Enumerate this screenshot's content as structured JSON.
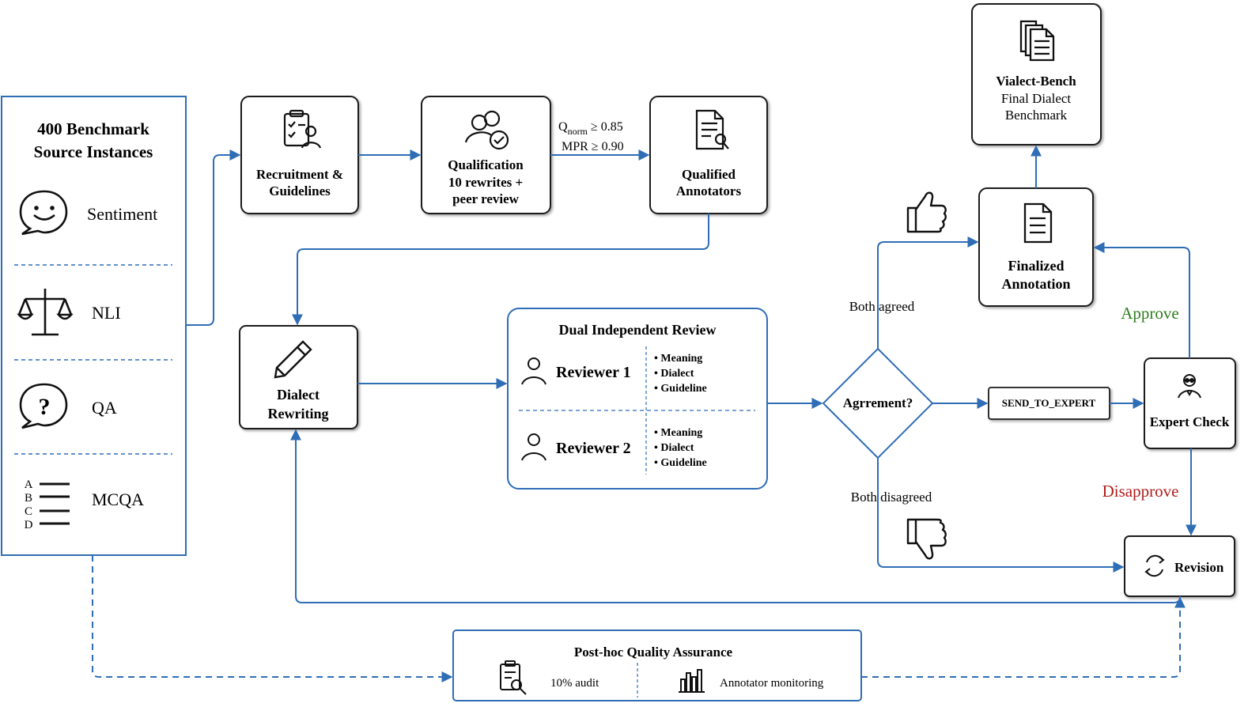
{
  "source": {
    "title_line1": "400 Benchmark",
    "title_line2": "Source Instances",
    "tasks": [
      {
        "label": "Sentiment",
        "icon": "smiley-speech-bubble-icon"
      },
      {
        "label": "NLI",
        "icon": "balance-scale-icon"
      },
      {
        "label": "QA",
        "icon": "question-speech-bubble-icon"
      },
      {
        "label": "MCQA",
        "icon": "multiple-choice-list-icon"
      }
    ],
    "mcqa_letters": [
      "A",
      "B",
      "C",
      "D"
    ]
  },
  "recruitment": {
    "line1": "Recruitment &",
    "line2": "Guidelines",
    "icon": "clipboard-checklist-person-icon"
  },
  "qualification": {
    "line1": "Qualification",
    "line2": "10 rewrites +",
    "line3": "peer review",
    "icon": "group-check-icon"
  },
  "threshold": {
    "q_base": "Q",
    "q_sub": "norm",
    "q_rest": " ≥ 0.85",
    "mpr": "MPR ≥ 0.90"
  },
  "qualified": {
    "line1": "Qualified",
    "line2": "Annotators",
    "icon": "document-search-icon"
  },
  "rewriting": {
    "line1": "Dialect",
    "line2": "Rewriting",
    "icon": "pencil-icon"
  },
  "review": {
    "title": "Dual Independent Review",
    "reviewers": [
      {
        "name": "Reviewer 1",
        "criteria": [
          "• Meaning",
          "• Dialect",
          "• Guideline"
        ]
      },
      {
        "name": "Reviewer 2",
        "criteria": [
          "• Meaning",
          "• Dialect",
          "• Guideline"
        ]
      }
    ]
  },
  "decision": {
    "label": "Agrrement?",
    "agreed": "Both agreed",
    "disagreed": "Both disagreed"
  },
  "send_to_expert": "SEND_TO_EXPERT",
  "expert": {
    "label": "Expert Check",
    "approve": "Approve",
    "disapprove": "Disapprove",
    "icon": "expert-reviewer-icon"
  },
  "finalized": {
    "line1": "Finalized",
    "line2": "Annotation",
    "icon": "document-icon"
  },
  "benchmark": {
    "line1": "Vialect-Bench",
    "line2": "Final Dialect",
    "line3": "Benchmark",
    "icon": "stacked-documents-icon"
  },
  "revision": {
    "label": "Revision",
    "icon": "refresh-icon"
  },
  "qa": {
    "title": "Post-hoc Quality Assurance",
    "audit": "10% audit",
    "monitoring": "Annotator monitoring",
    "audit_icon": "clipboard-search-icon",
    "monitoring_icon": "bar-chart-icon"
  },
  "colors": {
    "flow_blue": "#2f6db5",
    "approve_green": "#2e7d1e",
    "disapprove_red": "#b01c1c",
    "box_border": "#1a1a1a"
  }
}
